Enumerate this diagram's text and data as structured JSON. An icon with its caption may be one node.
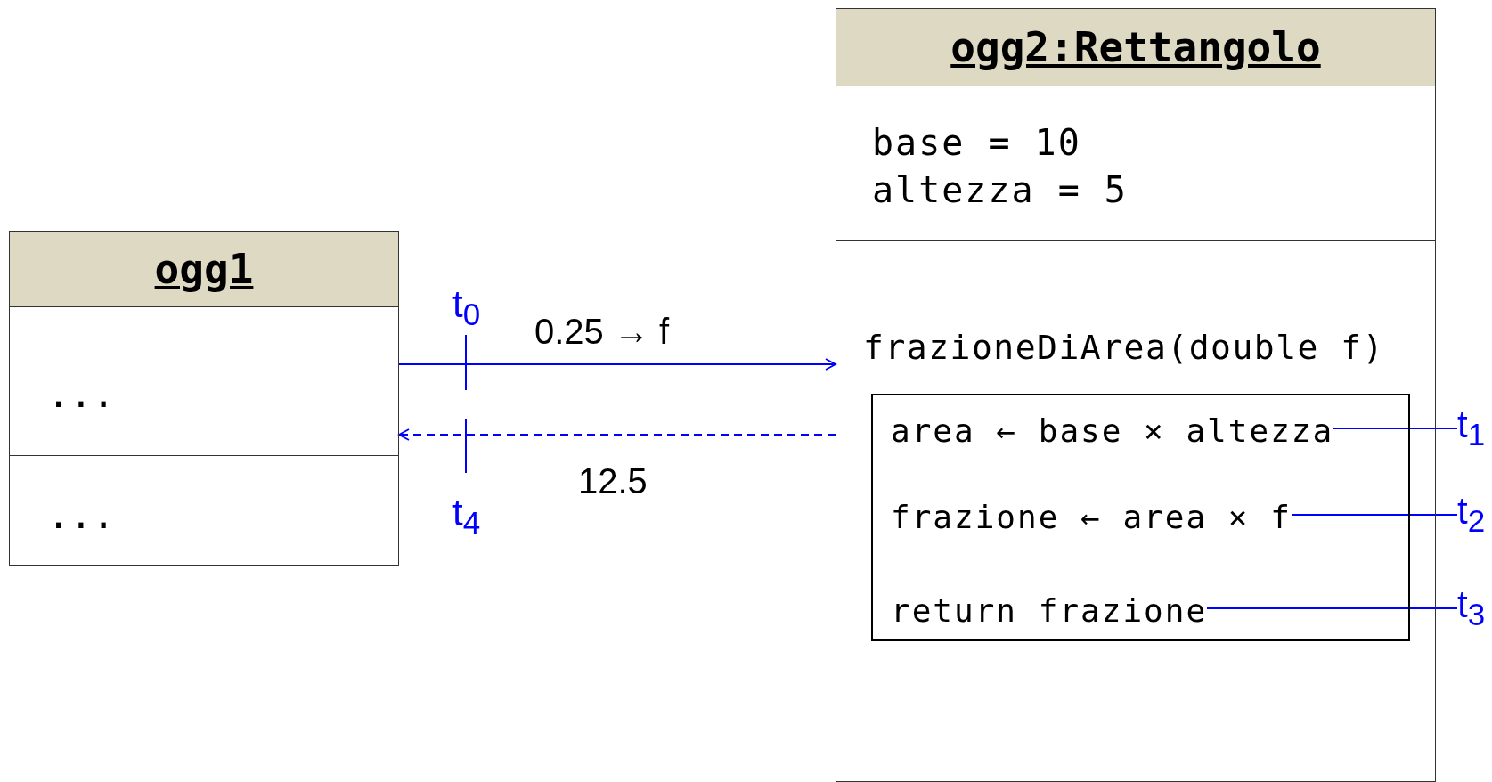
{
  "diagram": {
    "nodes": [
      {
        "text": [
          "ogg1",
          "...",
          "..."
        ]
      },
      {
        "text": [
          "ogg2:Rettangolo",
          "base = 10",
          "altezza = 5",
          "frazioneDiArea(double f)"
        ]
      },
      {
        "text": [],
        "shape": "box",
        "in": 1
      },
      {
        "text": [
          "area ← base × altezza"
        ],
        "in": 2
      },
      {
        "text": [
          "frazione ← area × f"
        ],
        "in": 2
      },
      {
        "text": [
          "return frazione"
        ],
        "in": 2
      },
      {
        "text": [
          "t$_{1}$"
        ]
      },
      {
        "text": [
          "t$_{2}$"
        ]
      },
      {
        "text": [
          "t$_{3}$"
        ]
      }
    ],
    "edges": [
      {
        "from": 0,
        "to": 1,
        "arrow": "to",
        "label": "0.25 → f"
      },
      {
        "from": 1,
        "to": 0,
        "arrow": "to",
        "label": "12.5",
        "style": "dashed"
      },
      {
        "from": 6,
        "to": 3,
        "arrow": "none"
      },
      {
        "from": 7,
        "to": 4,
        "arrow": "none"
      },
      {
        "from": 8,
        "to": 5,
        "arrow": "none"
      }
    ],
    "labels": [
      "t$_{0}$",
      "t$_{4}$"
    ]
  }
}
